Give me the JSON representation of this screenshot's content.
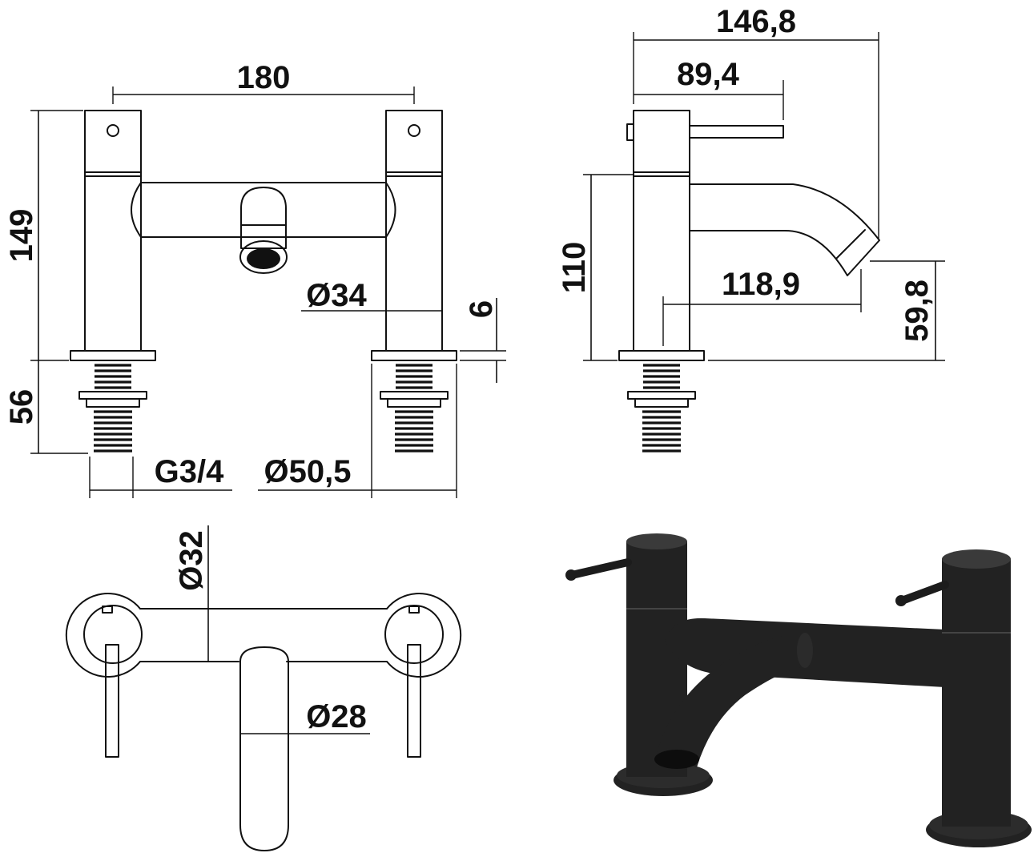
{
  "dimensions": {
    "front_width": "180",
    "front_height": "149",
    "spout_diameter": "Ø34",
    "plate_thickness": "6",
    "shank_length": "56",
    "thread_size": "G3/4",
    "base_diameter": "Ø50,5",
    "side_overall_depth": "146,8",
    "side_lever_depth": "89,4",
    "side_height": "110",
    "side_spout_reach": "118,9",
    "side_spout_height": "59,8",
    "top_body_diameter": "Ø32",
    "top_spout_diameter": "Ø28"
  },
  "colors": {
    "line": "#111111",
    "finish": "#1c1c1c",
    "background": "#ffffff"
  }
}
